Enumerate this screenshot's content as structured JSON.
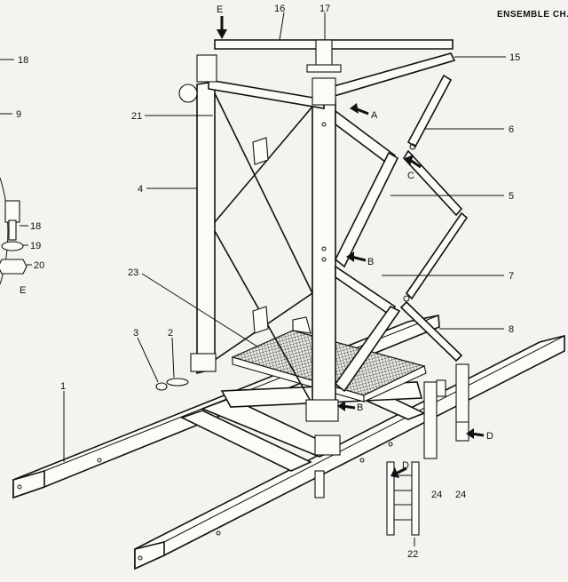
{
  "title": "ENSEMBLE CH.",
  "labels": {
    "l1": "1",
    "l2": "2",
    "l3": "3",
    "l4": "4",
    "l5": "5",
    "l6": "6",
    "l7": "7",
    "l8": "8",
    "l9": "9",
    "l15": "15",
    "l16": "16",
    "l17": "17",
    "l18": "18",
    "l21": "21",
    "l22": "22",
    "l23": "23",
    "l24a": "24",
    "l24b": "24",
    "detail18": "18",
    "detail19": "19",
    "detail20": "20",
    "detailE": "E",
    "arrowE": "E",
    "arrowA": "A",
    "arrowB1": "B",
    "arrowB2": "B",
    "arrowC": "C",
    "arrowD1": "D",
    "arrowD2": "D"
  }
}
